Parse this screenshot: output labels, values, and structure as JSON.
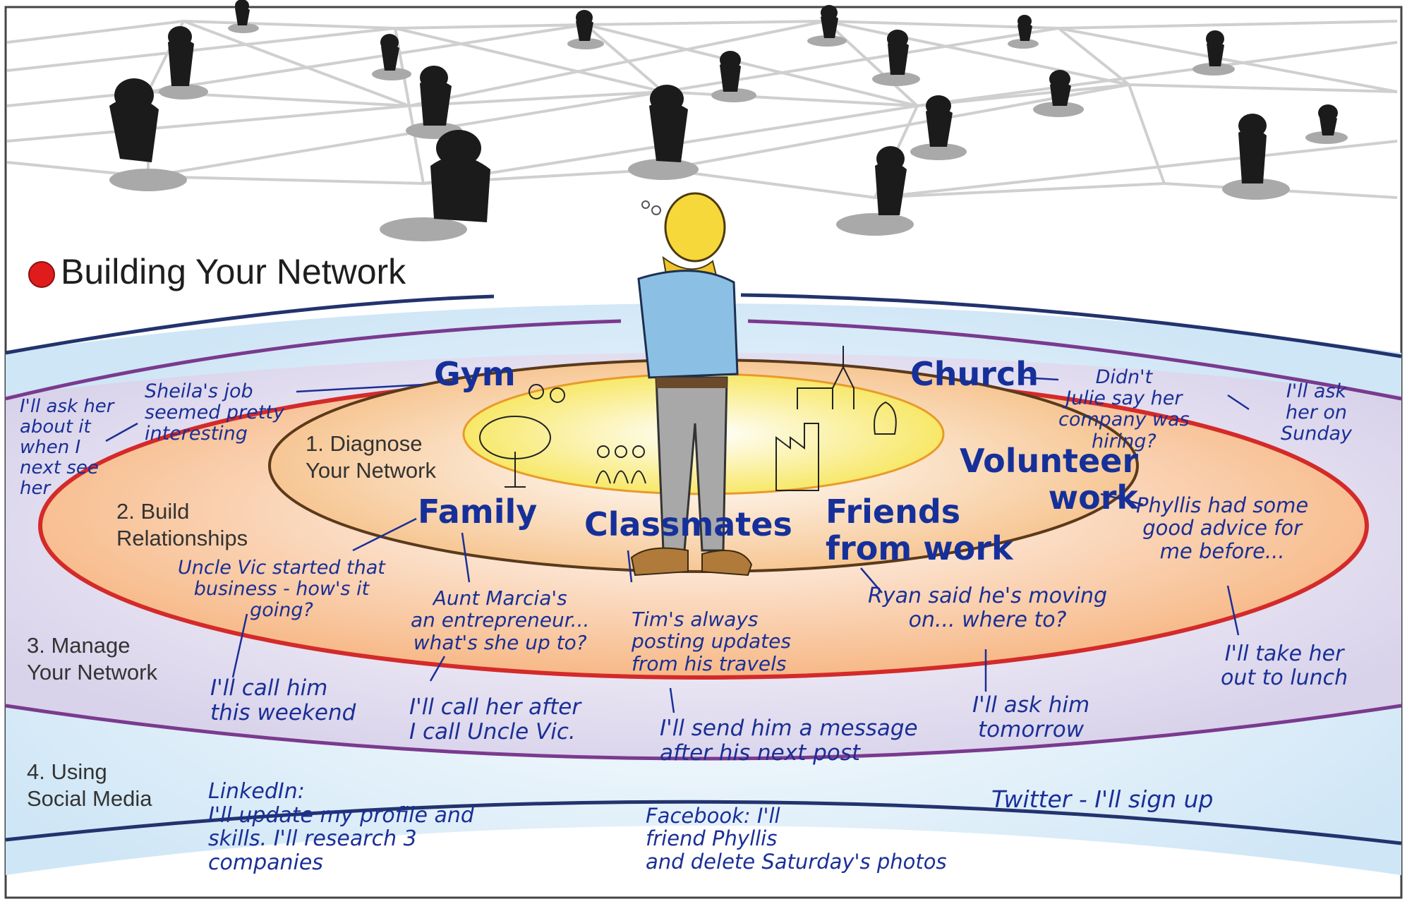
{
  "title": "Building Your Network",
  "colors": {
    "ink": "#1a2f96",
    "dot": "#e01b1b",
    "ring_outer_blue": "#22336e",
    "ring_purple": "#7a3a8e",
    "ring_red": "#d42a2a",
    "ring_orange": "#e58a2a"
  },
  "stages": [
    {
      "id": "diagnose",
      "label": "1. Diagnose\nYour Network"
    },
    {
      "id": "build",
      "label": "2. Build\nRelationships"
    },
    {
      "id": "manage",
      "label": "3. Manage\nYour Network"
    },
    {
      "id": "social",
      "label": "4. Using\nSocial Media"
    }
  ],
  "sources": {
    "gym": "Gym",
    "church": "Church",
    "volunteer": "Volunteer\nwork",
    "family": "Family",
    "classmates": "Classmates",
    "friends_work": "Friends\nfrom work"
  },
  "notes": {
    "ask_her": "I'll ask her\nabout it\nwhen I\nnext see\nher",
    "sheila": "Sheila's job\nseemed pretty\ninteresting",
    "julie": "Didn't\nJulie say her\ncompany was\nhiring?",
    "ask_sunday": "I'll ask\nher on\nSunday",
    "phyllis": "Phyllis had some\ngood advice for\nme before...",
    "uncle_vic": "Uncle Vic started that\nbusiness - how's it\ngoing?",
    "aunt": "Aunt Marcia's\nan entrepreneur...\nwhat's she up to?",
    "tim": "Tim's always\nposting updates\nfrom his travels",
    "ryan": "Ryan said he's moving\non... where to?",
    "lunch": "I'll take her\nout to lunch",
    "call_him": "I'll call him\nthis weekend",
    "call_her": "I'll call her after\nI call Uncle Vic.",
    "send_msg": "I'll send him a message\nafter his next post",
    "ask_tomorrow": "I'll ask him\ntomorrow",
    "linkedin": "LinkedIn:\n   I'll update my profile and\n      skills. I'll research 3\n                  companies",
    "facebook": "Facebook: I'll\n friend Phyllis\nand delete Saturday's photos",
    "twitter": "Twitter - I'll sign up"
  }
}
